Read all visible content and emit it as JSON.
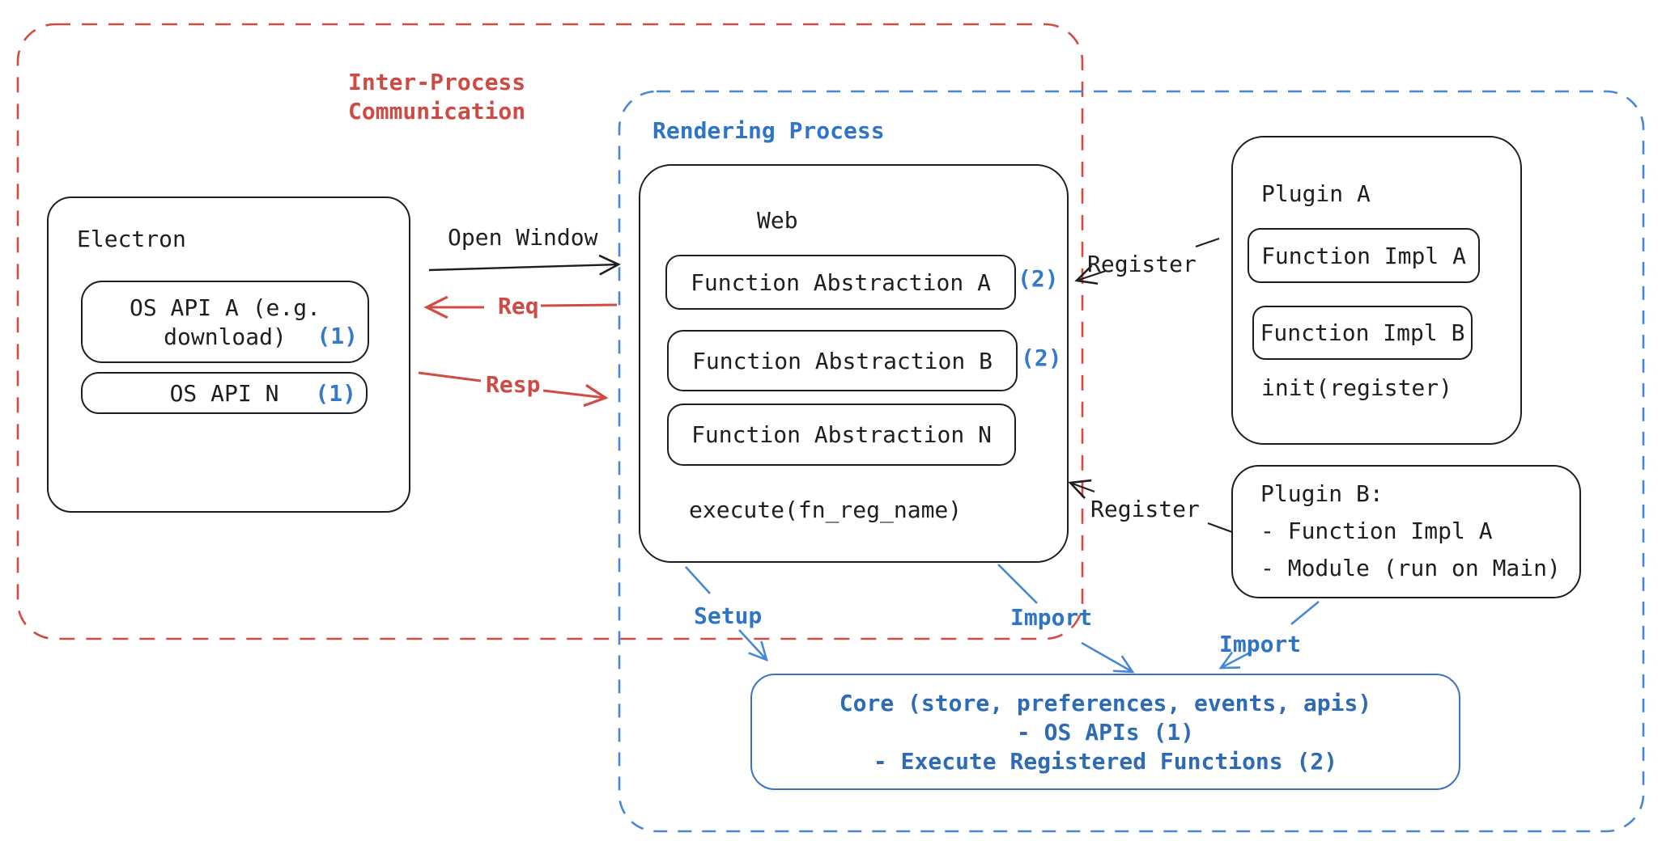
{
  "diagram": {
    "ipc": {
      "label_line1": "Inter-Process",
      "label_line2": "Communication"
    },
    "rendering": {
      "label": "Rendering Process"
    },
    "electron": {
      "title": "Electron",
      "os_api_a": {
        "line1": "OS API A (e.g.",
        "line2": "download)",
        "badge": "(1)"
      },
      "os_api_n": {
        "label": "OS API N",
        "badge": "(1)"
      }
    },
    "arrows": {
      "open_window": "Open Window",
      "req": "Req",
      "resp": "Resp",
      "register_a": "Register",
      "register_b": "Register",
      "setup": "Setup",
      "import_a": "Import",
      "import_b": "Import"
    },
    "web": {
      "title": "Web",
      "abstractions": [
        {
          "label": "Function Abstraction A",
          "badge": "(2)"
        },
        {
          "label": "Function Abstraction B",
          "badge": "(2)"
        },
        {
          "label": "Function Abstraction N",
          "badge": ""
        }
      ],
      "execute": "execute(fn_reg_name)"
    },
    "plugin_a": {
      "title": "Plugin A",
      "impl_a": "Function Impl A",
      "impl_b": "Function Impl B",
      "init": "init(register)"
    },
    "plugin_b": {
      "line1": "Plugin B:",
      "line2": "- Function Impl A",
      "line3": "- Module (run on Main)"
    },
    "core": {
      "line1": "Core (store, preferences, events, apis)",
      "line2": "- OS APIs (1)",
      "line3": "- Execute Registered Functions (2)"
    },
    "colors": {
      "red": "#cf4a44",
      "blue_dashed": "#4687d6",
      "blue_text": "#2f74c5",
      "badge_blue": "#3579cb",
      "core_blue": "#2d6cb5",
      "ink_black": "#1e1e1e"
    }
  }
}
